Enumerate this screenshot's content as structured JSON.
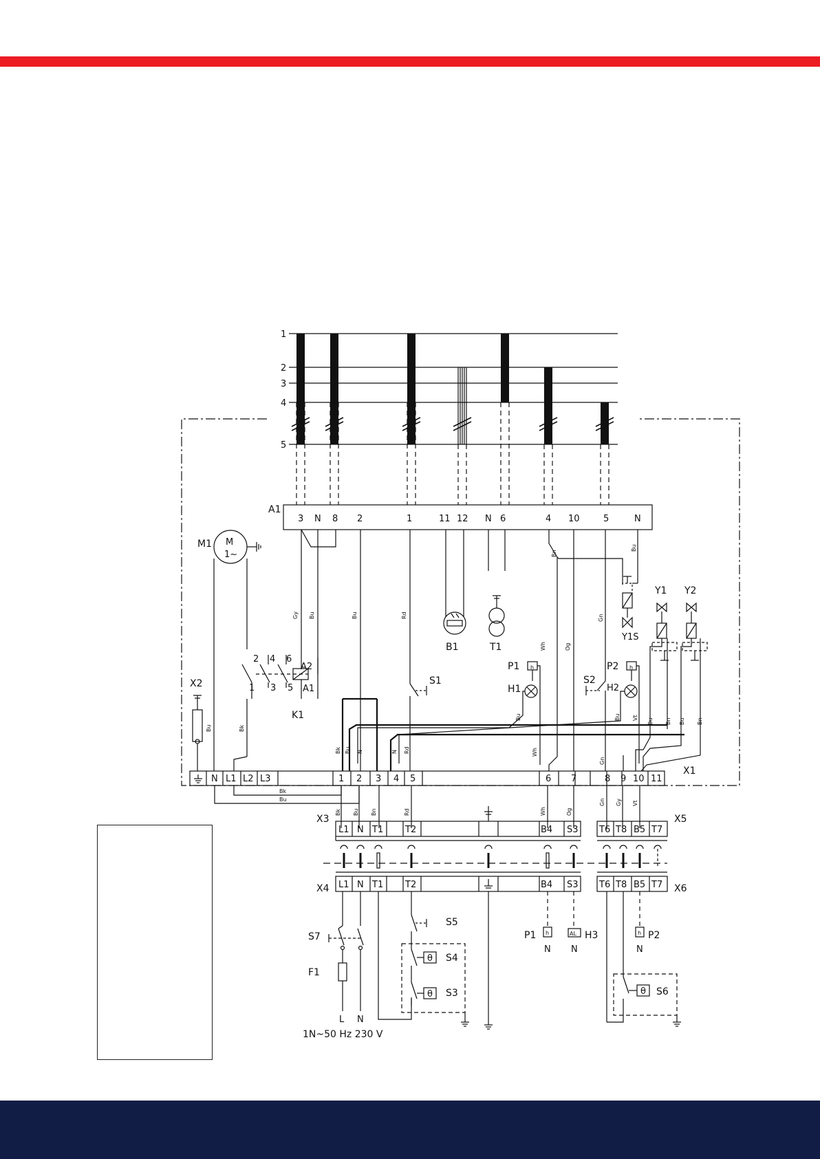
{
  "colors": {
    "band": "#ec1c24",
    "footer": "#111d45",
    "ink": "#111111",
    "paper": "#ffffff"
  },
  "labels": {
    "A1": "A1",
    "M1": "M1",
    "M": "M",
    "one_phase": "1~",
    "X1": "X1",
    "X2": "X2",
    "X3": "X3",
    "X4": "X4",
    "X5": "X5",
    "X6": "X6",
    "K1": "K1",
    "B1": "B1",
    "T1": "T1",
    "Y1": "Y1",
    "Y2": "Y2",
    "Y1S": "Y1S",
    "S1": "S1",
    "S2": "S2",
    "S3": "S3",
    "S4": "S4",
    "S5": "S5",
    "S6": "S6",
    "S7": "S7",
    "P1": "P1",
    "P2": "P2",
    "H1": "H1",
    "H2": "H2",
    "H3": "H3",
    "F1": "F1",
    "A2_coil": "A2",
    "A1_coil": "A1",
    "L": "L",
    "N": "N",
    "supply": "1N~50 Hz 230 V"
  },
  "levels": [
    "1",
    "2",
    "3",
    "4",
    "5"
  ],
  "a1_terminals": [
    "3",
    "N",
    "8",
    "2",
    "1",
    "11",
    "12",
    "N",
    "6",
    "4",
    "10",
    "5",
    "N"
  ],
  "x1_terminals": [
    "N",
    "L1",
    "L2",
    "L3",
    "1",
    "2",
    "3",
    "4",
    "5",
    "6",
    "7",
    "8",
    "9",
    "10",
    "11"
  ],
  "x3_terminals": [
    "L1",
    "N",
    "T1",
    "T2",
    "B4",
    "S3"
  ],
  "x5_terminals": [
    "T6",
    "T8",
    "B5",
    "T7"
  ],
  "x4_terminals": [
    "L1",
    "N",
    "T1",
    "T2",
    "B4",
    "S3"
  ],
  "x6_terminals": [
    "T6",
    "T8",
    "B5",
    "T7"
  ],
  "k1_contacts": [
    "2",
    "4",
    "6",
    "1",
    "3",
    "5"
  ],
  "wire_colors": [
    "Gy",
    "Bu",
    "Bu",
    "Rd",
    "Bn",
    "Bu",
    "Wh",
    "Og",
    "Gn",
    "Bu",
    "Bk",
    "Bu",
    "Bu",
    "Vt",
    "Bu",
    "Bn",
    "Bu",
    "Bn",
    "Bk",
    "Bu",
    "N",
    "N",
    "Rd",
    "Wh",
    "Gn",
    "Bk",
    "Bu",
    "Bn",
    "Rd",
    "Wh",
    "Og",
    "Gn",
    "Gy",
    "Vt",
    "Bk",
    "Bu"
  ],
  "symbols": {
    "al": "AL",
    "theta": "θ",
    "h": "h"
  }
}
